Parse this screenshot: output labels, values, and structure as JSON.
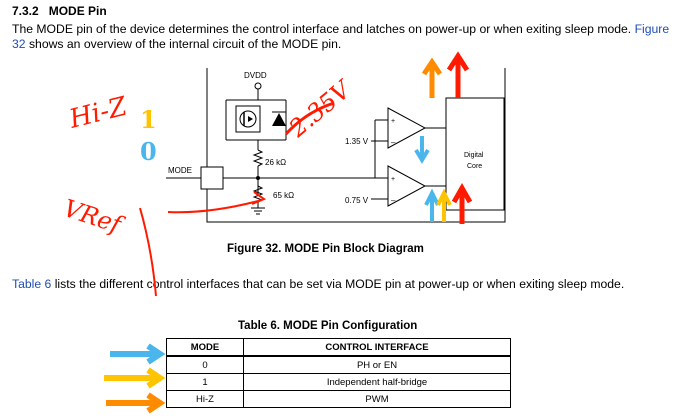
{
  "section": {
    "number": "7.3.2",
    "title": "MODE Pin"
  },
  "paragraph1": {
    "text_before": "The MODE pin of the device determines the control interface and latches on power-up or when exiting sleep mode.",
    "link": "Figure 32",
    "text_after": "shows an overview of the internal circuit of the MODE pin."
  },
  "figure": {
    "caption": "Figure 32. MODE Pin Block Diagram",
    "labels": {
      "supply": "DVDD",
      "pin": "MODE",
      "r_top": "26 kΩ",
      "r_bottom": "65 kΩ",
      "v_high": "1.35 V",
      "v_low": "0.75 V",
      "core_line1": "Digital",
      "core_line2": "Core"
    }
  },
  "annotations": {
    "hiz": "Hi-Z",
    "one": "1",
    "zero": "0",
    "voltage": "2.35V",
    "vref": "VRef"
  },
  "paragraph2": {
    "link": "Table 6",
    "text": "lists the different control interfaces that can be set via MODE pin at power-up or when exiting sleep mode."
  },
  "table": {
    "caption": "Table 6. MODE Pin Configuration",
    "headers": [
      "MODE",
      "CONTROL INTERFACE"
    ],
    "rows": [
      [
        "0",
        "PH or EN"
      ],
      [
        "1",
        "Independent half-bridge"
      ],
      [
        "Hi-Z",
        "PWM"
      ]
    ]
  },
  "colors": {
    "link": "#1f4eb4",
    "red_ink": "#ff1a00",
    "orange_ink": "#ff8c00",
    "yellow_ink": "#ffc400",
    "blue_ink": "#4ab6ec"
  }
}
